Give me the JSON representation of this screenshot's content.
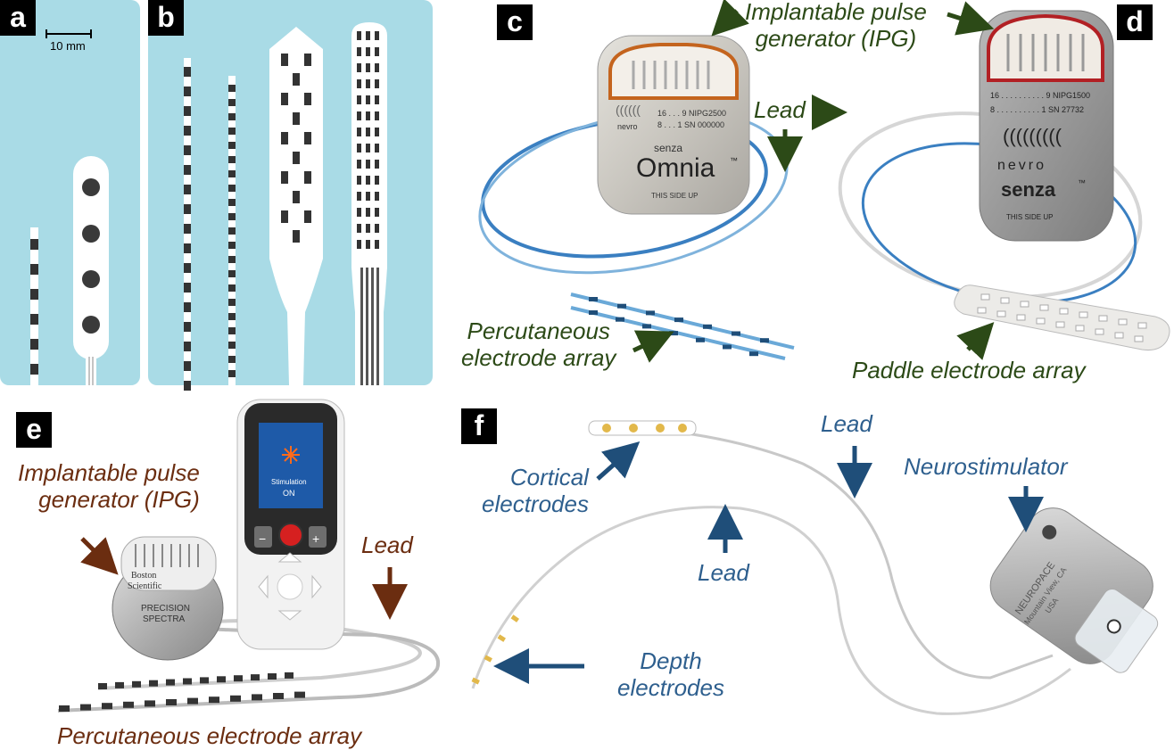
{
  "panels": {
    "a": {
      "tag": "a",
      "scale_label": "10 mm"
    },
    "b": {
      "tag": "b"
    },
    "c": {
      "tag": "c",
      "ipg_label": "Implantable pulse\ngenerator (IPG)",
      "lead_label": "Lead",
      "perc_label": "Percutaneous\nelectrode array",
      "device": {
        "brand": "senza",
        "model": "Omnia",
        "tm": "™",
        "line1": "16 . . . 9     NIPG2500",
        "line2": "8 . . . 1     SN 000000",
        "logo": "nevro",
        "side": "THIS SIDE UP"
      }
    },
    "d": {
      "tag": "d",
      "paddle_label": "Paddle electrode array",
      "device": {
        "line1": "16 . . . . . . . . . . 9     NIPG1500",
        "line2": "8 . . . . . . . . . . 1     SN 27732",
        "logo": "nevro",
        "brand": "senza",
        "tm": "™",
        "side": "THIS SIDE UP"
      }
    },
    "e": {
      "tag": "e",
      "ipg_label": "Implantable pulse\ngenerator (IPG)",
      "lead_label": "Lead",
      "perc_label": "Percutaneous electrode array",
      "remote": {
        "screen_line1": "Stimulation",
        "screen_line2": "ON",
        "minus": "−",
        "plus": "+"
      },
      "device": {
        "brand1": "Boston",
        "brand2": "Scientific",
        "model1": "PRECISION",
        "model2": "SPECTRA"
      }
    },
    "f": {
      "tag": "f",
      "cortical_label": "Cortical\nelectrodes",
      "lead_top_label": "Lead",
      "lead_bottom_label": "Lead",
      "neuro_label": "Neurostimulator",
      "depth_label": "Depth\nelectrodes",
      "device": {
        "brand": "NEUROPACE",
        "line1": "Mountain View, CA",
        "line2": "USA"
      }
    }
  },
  "colors": {
    "panel_bg": "#a9dbe6",
    "green": "#2c4a17",
    "brown": "#6b2d10",
    "blue": "#2e5f8e"
  }
}
